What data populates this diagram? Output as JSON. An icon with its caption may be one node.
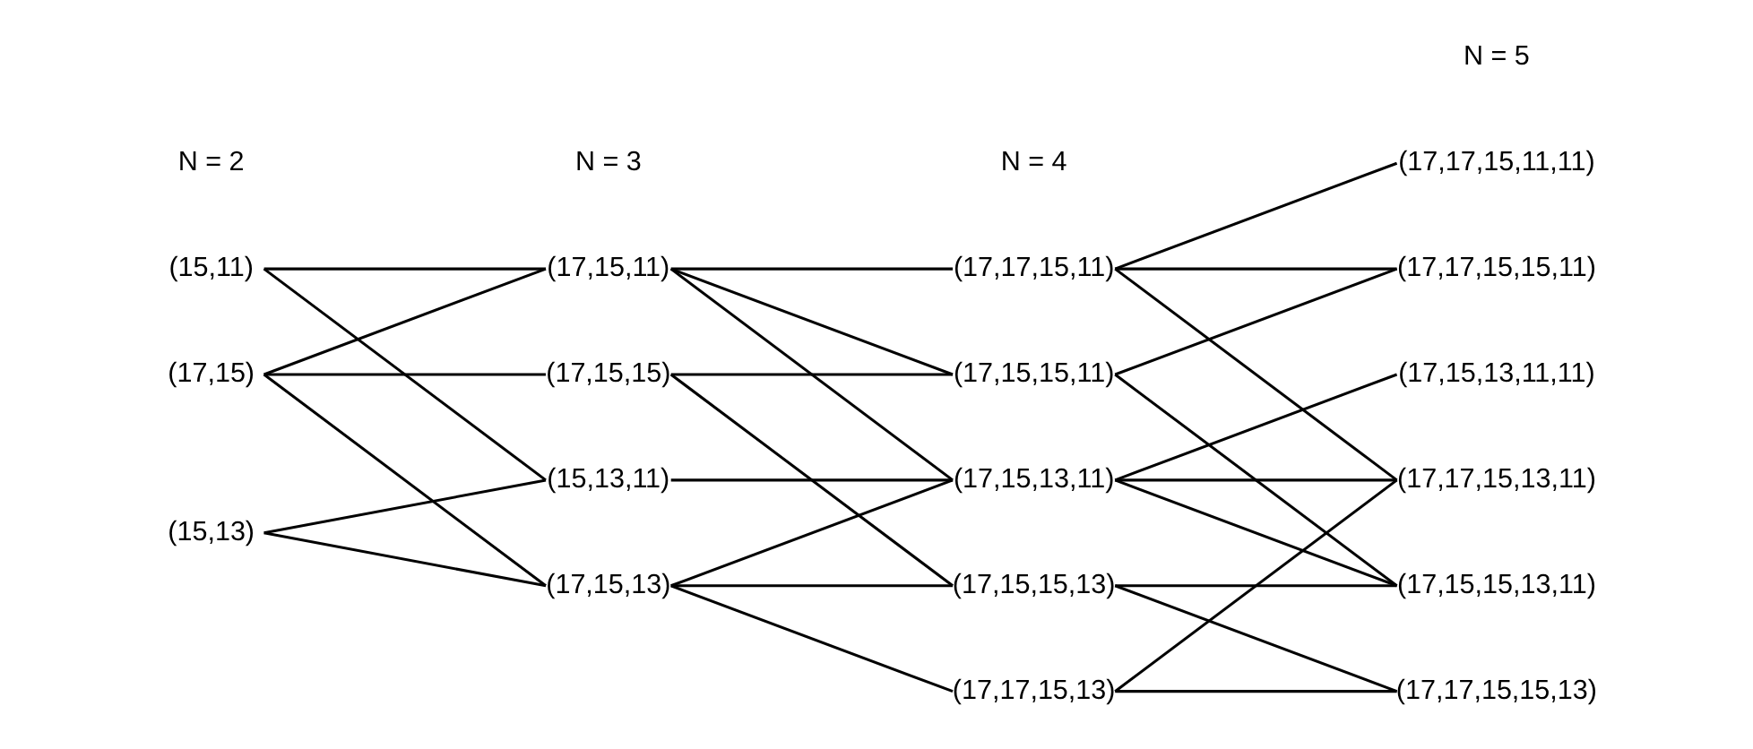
{
  "diagram": {
    "nodes": [
      {
        "text": [
          "(17,15)"
        ]
      },
      {
        "text": [
          "(15,13)"
        ]
      },
      {
        "text": [
          "(15,11)"
        ]
      },
      {
        "text": [
          "(17,15,13)"
        ]
      },
      {
        "text": [
          "(17,15,11)"
        ]
      },
      {
        "text": [
          "(15,13,11)"
        ]
      },
      {
        "text": [
          "(17,15,15)"
        ]
      },
      {
        "text": [
          "(17,15,13,11)"
        ]
      },
      {
        "text": [
          "(17,15,15,11)"
        ]
      },
      {
        "text": [
          "(17,15,15,13)"
        ]
      },
      {
        "text": [
          "(17,17,15,11)"
        ]
      },
      {
        "text": [
          "(17,17,15,13)"
        ]
      },
      {
        "text": [
          "(17,15,15,13,11)"
        ]
      },
      {
        "text": [
          "(17,17,15,13,11)"
        ]
      },
      {
        "text": [
          "(17,17,15,15,11)"
        ]
      },
      {
        "text": [
          "(17,17,15,15,13)"
        ]
      },
      {
        "text": [
          "(17,15,13,11,11)"
        ]
      },
      {
        "text": [
          "(17,17,15,11,11)"
        ]
      }
    ],
    "edges": [
      {
        "from": 0,
        "to": 3,
        "arrow": "none"
      },
      {
        "from": 0,
        "to": 4,
        "arrow": "none"
      },
      {
        "from": 0,
        "to": 6,
        "arrow": "none"
      },
      {
        "from": 1,
        "to": 3,
        "arrow": "none"
      },
      {
        "from": 1,
        "to": 5,
        "arrow": "none"
      },
      {
        "from": 2,
        "to": 4,
        "arrow": "none"
      },
      {
        "from": 2,
        "to": 5,
        "arrow": "none"
      },
      {
        "from": 3,
        "to": 7,
        "arrow": "none"
      },
      {
        "from": 3,
        "to": 9,
        "arrow": "none"
      },
      {
        "from": 3,
        "to": 11,
        "arrow": "none"
      },
      {
        "from": 4,
        "to": 7,
        "arrow": "none"
      },
      {
        "from": 4,
        "to": 8,
        "arrow": "none"
      },
      {
        "from": 4,
        "to": 10,
        "arrow": "none"
      },
      {
        "from": 5,
        "to": 7,
        "arrow": "none"
      },
      {
        "from": 6,
        "to": 8,
        "arrow": "none"
      },
      {
        "from": 6,
        "to": 9,
        "arrow": "none"
      },
      {
        "from": 7,
        "to": 12,
        "arrow": "none"
      },
      {
        "from": 7,
        "to": 13,
        "arrow": "none"
      },
      {
        "from": 7,
        "to": 16,
        "arrow": "none"
      },
      {
        "from": 8,
        "to": 12,
        "arrow": "none"
      },
      {
        "from": 8,
        "to": 14,
        "arrow": "none"
      },
      {
        "from": 9,
        "to": 12,
        "arrow": "none"
      },
      {
        "from": 9,
        "to": 15,
        "arrow": "none"
      },
      {
        "from": 10,
        "to": 13,
        "arrow": "none"
      },
      {
        "from": 10,
        "to": 14,
        "arrow": "none"
      },
      {
        "from": 10,
        "to": 17,
        "arrow": "none"
      },
      {
        "from": 11,
        "to": 13,
        "arrow": "none"
      },
      {
        "from": 11,
        "to": 15,
        "arrow": "none"
      }
    ],
    "labels": [
      "N = 2",
      "N = 3",
      "N = 4",
      "N = 5"
    ]
  }
}
